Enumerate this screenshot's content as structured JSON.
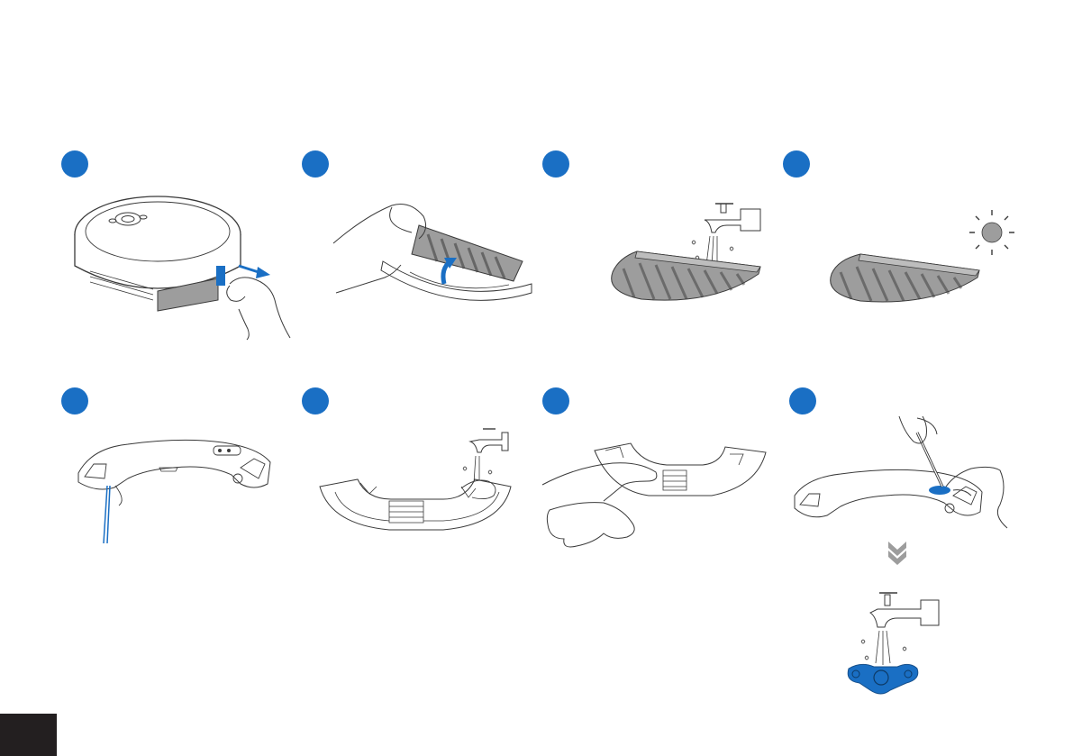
{
  "colors": {
    "accent": "#1a6fc4",
    "line": "#3a3a3a",
    "mop_grey": "#9d9d9d",
    "corner_tab": "#231f20"
  },
  "steps": [
    {
      "icon": "remove-water-tank-illustration"
    },
    {
      "icon": "detach-mop-cloth-illustration"
    },
    {
      "icon": "wash-mop-cloth-illustration"
    },
    {
      "icon": "dry-mop-cloth-in-sun-illustration"
    },
    {
      "icon": "open-water-tank-illustration"
    },
    {
      "icon": "rinse-water-tank-illustration"
    },
    {
      "icon": "wipe-water-tank-illustration"
    },
    {
      "icon": "clean-filter-illustration"
    }
  ]
}
